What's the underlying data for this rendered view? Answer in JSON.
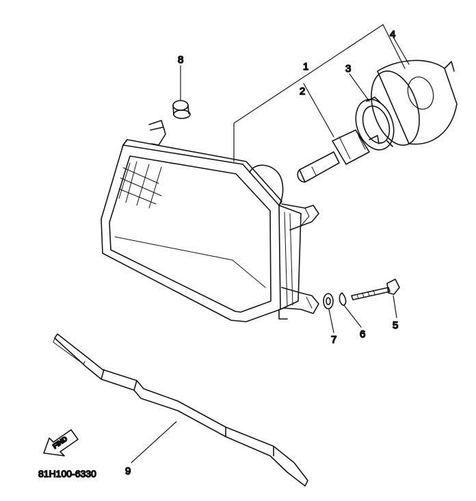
{
  "diagram": {
    "part_numbers": [
      "1",
      "2",
      "3",
      "4",
      "5",
      "6",
      "7",
      "8",
      "9"
    ],
    "drawing_code": "81H100-6330",
    "find_label": "FIND"
  }
}
